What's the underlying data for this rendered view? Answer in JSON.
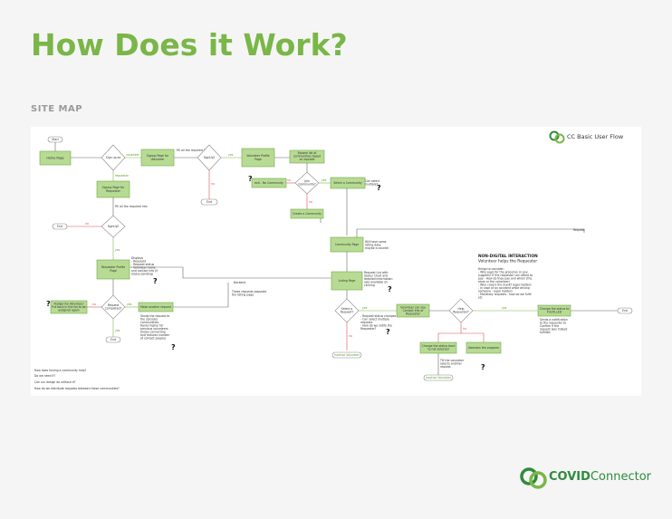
{
  "page": {
    "title": "How Does it Work?",
    "subtitle": "SITE MAP"
  },
  "diagram": {
    "header": "CC Basic User Flow",
    "nodes": {
      "start": "Start",
      "home": "Home Page",
      "signup_as": "Sign up as",
      "signup_volunteer": "Signup Page for Volunteer",
      "signup_requester": "Signup Page for Requester",
      "signup_q1": "SignUp?",
      "signup_q2": "SignUp?",
      "end1": "End",
      "end2": "End",
      "end3": "End",
      "end4": "End",
      "volunteer_profile": "Volunteer Profile Page",
      "browse": "Browse list of communities based on zipcode",
      "join": "Join Community?",
      "exit_no_community": "exit - No Community",
      "select_community": "Select a Community",
      "create_community": "Create a Community",
      "community_page": "Community Page",
      "requester_profile": "Requester Profile Page",
      "request_completed": "Request Completed?",
      "nudge": "Nudge the Volunteer/ Put back in the list to be assigned again",
      "make_another": "Make another request",
      "listing_page": "Listing Page",
      "select_request": "Select a Request?",
      "inactive_volunteer": "Inactive Volunteer",
      "volunteer_can_see": "Volunteer can see Contact Info of Requester",
      "help_requester": "Help Requester?",
      "change_status_not": "Change the status back to not selected",
      "abandon": "Abandon the program",
      "inactive_volunteer2": "Inactive Volunteer",
      "change_fulfilled": "Change the status to FULFILLED"
    },
    "edges": {
      "volunteer": "volunteer",
      "requester": "requester",
      "yes": "yes",
      "no": "no",
      "fill_info": "Fill all the required info",
      "fill_info2": "Fill all the required info",
      "request": "Request",
      "backend": "Backend"
    },
    "notes": {
      "can_select_multiple": "Can select multiple?",
      "will_have_data": "Will have some listing data, maybe a counter",
      "requester_displays": "Displays\n- Requests\n- Request status\n- Volunteer name and contact info (if status pending)",
      "send_request": "Sends the request to the zipcode/ communities.\nRanks higher for previous volunteers (helps connecting and reduces number of contact people)",
      "listing_notes": "Request List with Status Chart and detailed information also available on clicking",
      "these_requests": "These requests populate the listing page",
      "request_status": "- Request status changes\n- Can select multiple requests\n- How do we notify the Requester?",
      "till_volunteer": "Till the volunteer selects another request",
      "send_notification": "Sends a notification to the requester to Confirm if the request was indeed fulfilled"
    },
    "non_digital": {
      "heading": "NON-DIGITAL INTERACTION",
      "subheading": "Volunteer helps the Requester",
      "body": "things to consider:\n- Who pays for the groceries or any supplies? If the requester can afford to pay - How do they pay and whom (the store or the volunteer)\n- Who covers the mask? legal matters\n- In case of an accident while driving someone - legal matters\n- Monetary requests - how do we fulfil etc"
    },
    "questions": [
      "How does having a community help?",
      "Do we need it?",
      "Can our design do without it?",
      "How do we distribute requests between these communities?"
    ]
  },
  "footer": {
    "brand_bold": "COVID",
    "brand_thin": "Connector"
  },
  "colors": {
    "accent": "#7ab648",
    "node_fill": "#b7db93",
    "node_stroke": "#6fa843",
    "no_red": "#d9534f",
    "brand": "#2e8b3d"
  }
}
